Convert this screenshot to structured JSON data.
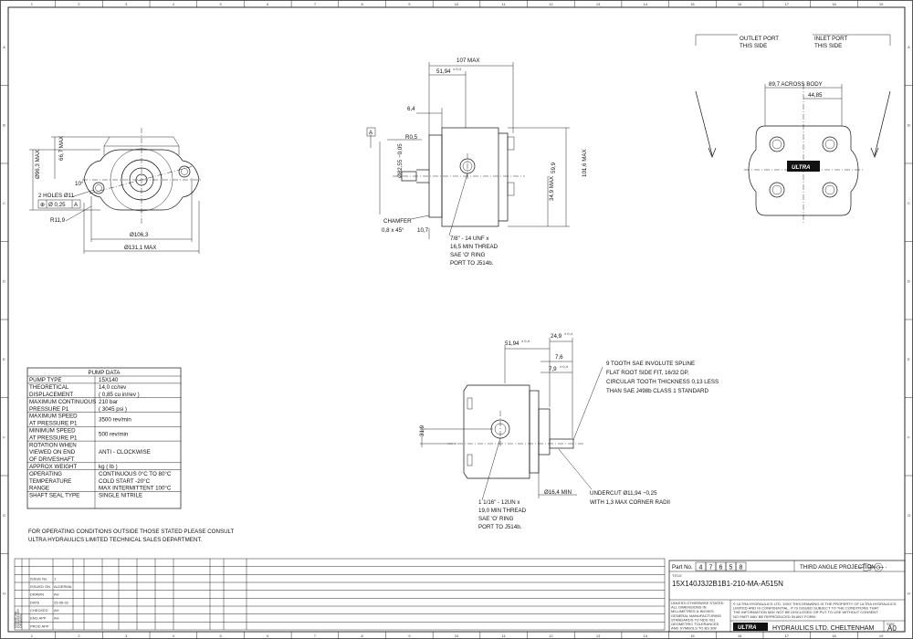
{
  "border": {
    "cols": [
      "1",
      "2",
      "3",
      "4",
      "5",
      "6",
      "7",
      "8",
      "9",
      "10",
      "11",
      "12",
      "13",
      "14",
      "15",
      "16",
      "17",
      "18",
      "19"
    ],
    "rows": [
      "A",
      "B",
      "C",
      "D",
      "E",
      "F",
      "G",
      "H"
    ]
  },
  "front_view": {
    "height_max": "66,7 MAX",
    "dia_max": "Ø96,3 MAX",
    "angle": "10°",
    "holes": "2 HOLES Ø11",
    "position_tol_symbol": "⊕",
    "position_tol": "Ø 0,25",
    "datum_ref": "A",
    "radius": "R11,9",
    "pcd": "Ø106,3",
    "overall": "Ø131,1 MAX"
  },
  "side_view": {
    "length_max": "107 MAX",
    "flange_offset": "51,94",
    "flange_offset_tol": "± 0,4",
    "flange_thk": "6,4",
    "radius": "R0,5",
    "datum": "A",
    "pilot_dia": "Ø82,55 −0,05",
    "height_max": "101,6 MAX",
    "port_height": "34,9 MAX",
    "port_centre": "59,9",
    "chamfer_label": "CHAMFER",
    "chamfer_value": "0,8 x 45°",
    "pilot_len": "10,7",
    "port_note_1": "7/8\" - 14 UNF x",
    "port_note_2": "16,5 MIN THREAD",
    "port_note_3": "SAE 'O' RING",
    "port_note_4": "PORT TO J514b."
  },
  "rear_view": {
    "outlet_1": "OUTLET PORT",
    "outlet_2": "THIS SIDE",
    "inlet_1": "INLET PORT",
    "inlet_2": "THIS SIDE",
    "across_body": "89,7 ACROSS BODY",
    "half_body": "44,85",
    "logo": "ULTRA"
  },
  "lower_view": {
    "flange_offset": "51,94",
    "flange_offset_tol": "± 0,4",
    "shaft_len": "24,9",
    "shaft_len_tol": "± 0,4",
    "dim_7_6": "7,6",
    "dim_7_9": "7,9",
    "dim_7_9_tol": "± 0,4",
    "port_height": "31,9",
    "spline_1": "9 TOOTH SAE INVOLUTE SPLINE",
    "spline_2": "FLAT ROOT SIDE FIT, 16/32 DP,",
    "spline_3": "CIRCULAR TOOTH THICKNESS 0,13 LESS",
    "spline_4": "THAN SAE J498b CLASS 1 STANDARD",
    "undercut_1": "UNDERCUT Ø11,94 −0,25",
    "undercut_2": "WITH 1,3 MAX CORNER RADII",
    "min_dia": "Ø16,4 MIN",
    "port_note_1": "1 1/16\" - 12UN x",
    "port_note_2": "19,0 MIN THREAD",
    "port_note_3": "SAE 'O' RING",
    "port_note_4": "PORT TO J514b."
  },
  "pump_data": {
    "title": "PUMP DATA",
    "rows": [
      {
        "label": [
          "PUMP TYPE"
        ],
        "value": [
          "15X140"
        ]
      },
      {
        "label": [
          "THEORETICAL",
          "DISPLACEMENT"
        ],
        "value": [
          "14,0 cc/rev",
          "( 0,85 cu in/rev )"
        ]
      },
      {
        "label": [
          "MAXIMUM CONTINUOUS",
          "PRESSURE P1"
        ],
        "value": [
          "210 bar",
          "( 3045 psi )"
        ]
      },
      {
        "label": [
          "MAXIMUM SPEED",
          "AT PRESSURE P1"
        ],
        "value": [
          "3500 rev/min"
        ]
      },
      {
        "label": [
          "MINIMUM SPEED",
          "AT PRESSURE P1"
        ],
        "value": [
          "500 rev/min"
        ]
      },
      {
        "label": [
          "ROTATION WHEN",
          "VIEWED ON END",
          "OF DRIVESHAFT"
        ],
        "value": [
          "ANTI - CLOCKWISE"
        ]
      },
      {
        "label": [
          "APPROX WEIGHT"
        ],
        "value": [
          "kg (          lb )"
        ]
      },
      {
        "label": [
          "OPERATING",
          "TEMPERATURE",
          "RANGE"
        ],
        "value": [
          "CONTINUOUS 0°C TO 80°C",
          "COLD START -20°C",
          "MAX INTERMITTENT 100°C"
        ]
      },
      {
        "label": [
          "SHAFT SEAL TYPE"
        ],
        "value": [
          "SINGLE NITRILE"
        ]
      }
    ]
  },
  "note_1": "FOR OPERATING CONDITIONS OUTSIDE THOSE STATED PLEASE CONSULT",
  "note_2": "ULTRA HYDRAULICS LIMITED TECHNICAL SALES DEPARTMENT.",
  "title_block": {
    "part_no_label": "Part No.",
    "part_no": [
      "4",
      "7",
      "6",
      "5",
      "8"
    ],
    "projection": "THIRD ANGLE PROJECTION",
    "title_label": "TITLE",
    "title": "15X140J3J2B1B1-210-MA-A515N",
    "tolerance_note": [
      "UNLESS OTHERWISE STATED",
      "ALL DIMENSIONS IN",
      "MILLIMETRES & INCHES.",
      "GENERAL MANUFACTURING",
      "STANDARDS TO NDS 001",
      "GEOMETRIC TOLERANCES",
      "AND SYMBOLS TO BS 308"
    ],
    "copyright": [
      "© ULTRA HYDRAULICS LTD. 19XX   THIS DRAWING IS THE PROPERTY OF ULTRA HYDRAULICS",
      "LIMITED AND IS CONFIDENTIAL. IT IS ISSUED SUBJECT TO THE CONDITIONS THAT",
      "THE INFORMATION MAY NOT BE DISCLOSED OR PUT TO USE WITHOUT CONSENT.",
      "NO PART MAY BE REPRODUCED IN ANY FORM."
    ],
    "company_logo": "ULTRA",
    "company": "HYDRAULICS LTD. CHELTENHAM",
    "size_label": "SIZE",
    "size": "A0"
  },
  "revision_block": {
    "rows": [
      {
        "label": "ISSUE No.",
        "value": "1"
      },
      {
        "label": "ISSUED ON",
        "value": "ALDERMA"
      },
      {
        "label": "DRAWN",
        "value": "AH"
      },
      {
        "label": "DATE",
        "value": "25-06-02"
      },
      {
        "label": "CHECKED",
        "value": "AH"
      },
      {
        "label": "ENG APP",
        "value": "AH"
      },
      {
        "label": "PROD APP",
        "value": ""
      }
    ],
    "side_labels": [
      "ISSUE No.",
      "ISSUED BY",
      "DRAWN"
    ]
  }
}
